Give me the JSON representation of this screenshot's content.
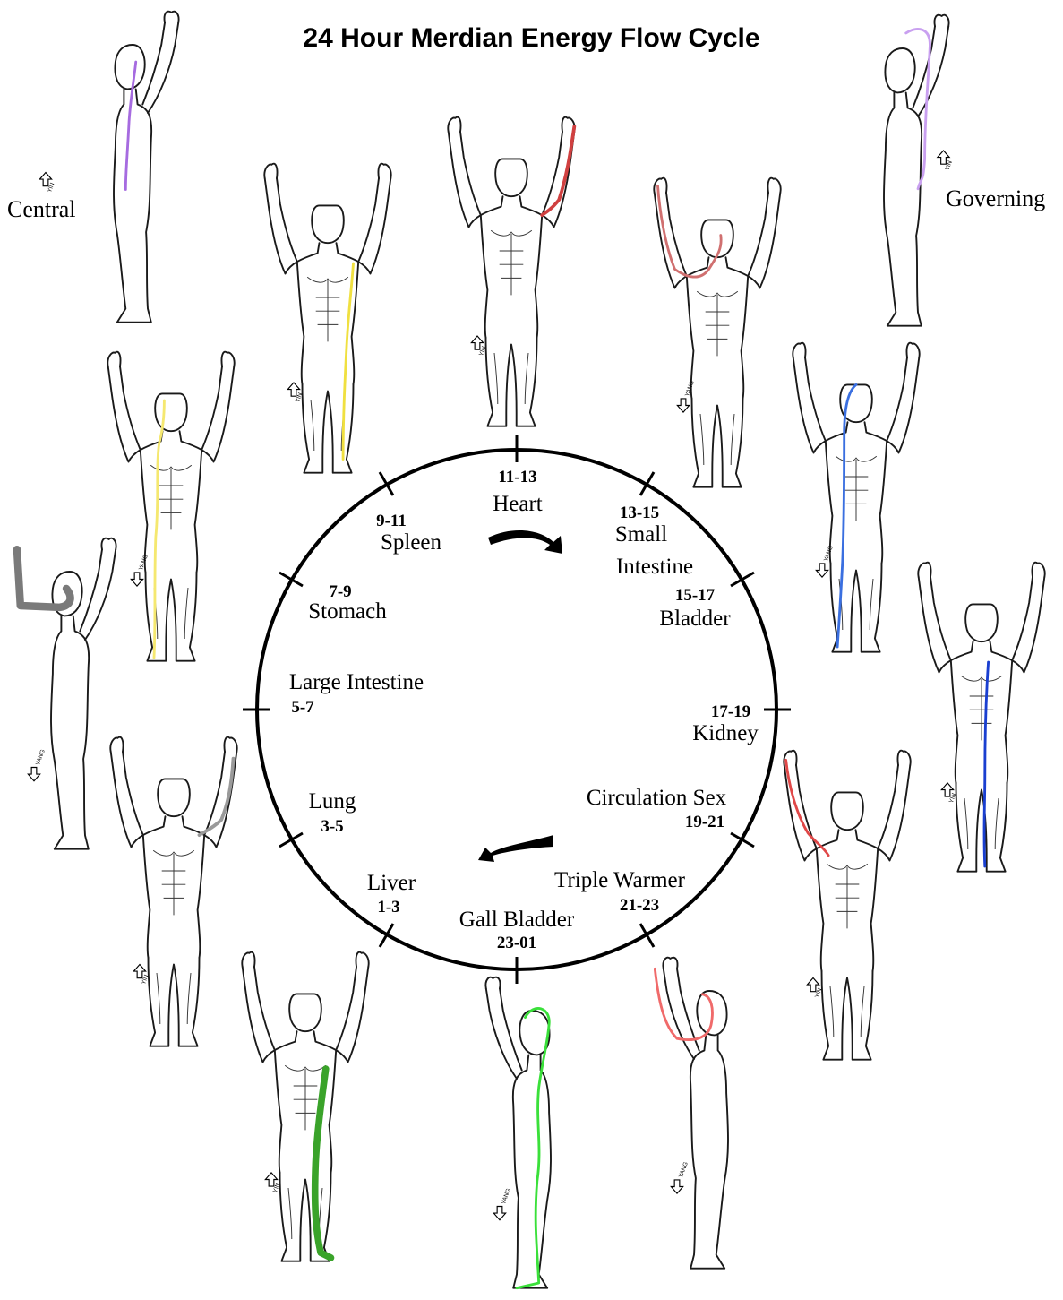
{
  "title": "24 Hour Merdian Energy Flow Cycle",
  "clock": [
    {
      "hours": "11-13",
      "name": "Heart"
    },
    {
      "hours": "13-15",
      "name": "Small Intestine"
    },
    {
      "hours": "15-17",
      "name": "Bladder"
    },
    {
      "hours": "17-19",
      "name": "Kidney"
    },
    {
      "hours": "19-21",
      "name": "Circulation  Sex"
    },
    {
      "hours": "21-23",
      "name": "Triple Warmer"
    },
    {
      "hours": "23-01",
      "name": "Gall Bladder"
    },
    {
      "hours": "1-3",
      "name": "Liver"
    },
    {
      "hours": "3-5",
      "name": "Lung"
    },
    {
      "hours": "5-7",
      "name": "Large Intestine"
    },
    {
      "hours": "7-9",
      "name": "Stomach"
    },
    {
      "hours": "9-11",
      "name": "Spleen"
    }
  ],
  "side_labels": {
    "left": "Central",
    "right": "Governing"
  },
  "direction_tags": {
    "yin": "YIN",
    "yang": "YANG"
  },
  "colors": {
    "central": "#a66be0",
    "governing": "#c9a0f0",
    "heart": "#d04040",
    "small_intestine": "#d07070",
    "bladder": "#3a6fe0",
    "kidney": "#1a3fd0",
    "circulation_sex": "#e04848",
    "triple_warmer": "#f06a6a",
    "gall_bladder": "#3ae03a",
    "liver": "#3aa32a",
    "lung": "#9a9a9a",
    "large_intestine": "#7a7a7a",
    "stomach": "#f5e870",
    "spleen": "#f0e040"
  }
}
